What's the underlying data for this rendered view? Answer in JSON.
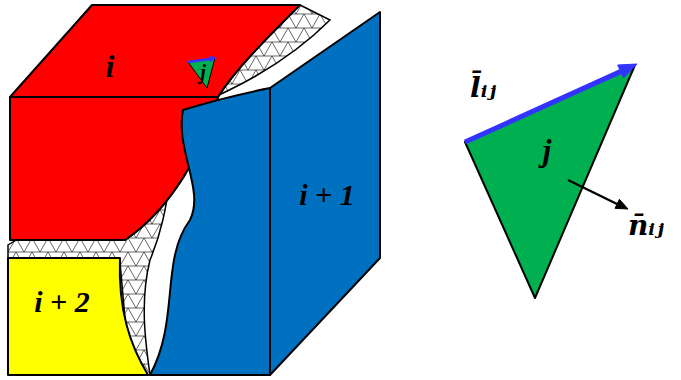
{
  "diagram": {
    "nodes": [
      {
        "text": [
          "i"
        ]
      },
      {
        "text": [
          "j"
        ]
      },
      {
        "text": [
          "i + 1"
        ]
      },
      {
        "text": [
          "i + 2"
        ]
      },
      {
        "text": [
          "j"
        ]
      }
    ],
    "labels": [
      "l̄ᵢⱼ",
      "n̄ᵢⱼ"
    ]
  }
}
